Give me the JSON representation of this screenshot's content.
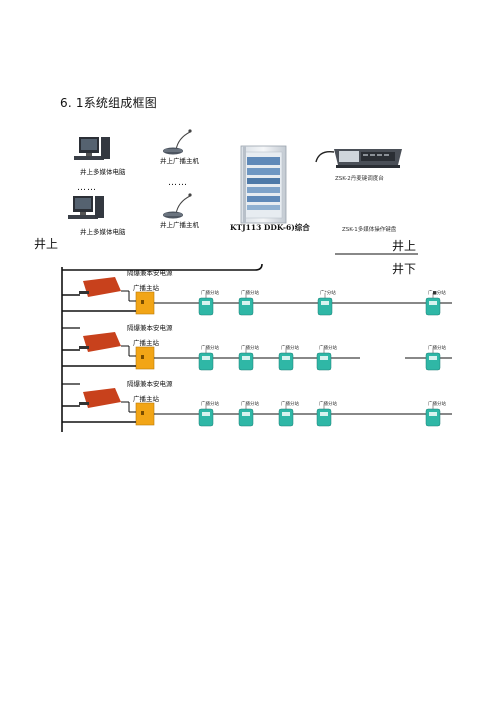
{
  "heading": "6. 1系统组成框图",
  "surface": {
    "pc_top_label": "井上多媒体电脑",
    "pc_bottom_label": "井上多媒体电脑",
    "pc_ellipsis": "……",
    "host_top_label": "井上广播主机",
    "host_bottom_label": "井上广播主机",
    "host_ellipsis": "……",
    "cabinet_label": "KTJ113 DDK-6)综合",
    "console_label": "ZSK-2丹麦键调度台",
    "keyboard_label": "ZSK-1多媒体操作键盘",
    "side_surface": "井上",
    "side_underground": "井下",
    "left_surface": "井上"
  },
  "underground": {
    "rows": [
      {
        "power_label": "隔爆兼本安电源",
        "master_label": "广播主站",
        "slaves": [
          "广播分站",
          "广播分站",
          "广*分站",
          "广■分站"
        ]
      },
      {
        "power_label": "隔爆兼本安电源",
        "master_label": "广播主站",
        "slaves": [
          "广播分站",
          "广播分站",
          "广播分站",
          "广播分站",
          "广播分站"
        ]
      },
      {
        "power_label": "隔爆兼本安电源",
        "master_label": "广播主站",
        "slaves": [
          "广播分站",
          "广播分站",
          "广播分站",
          "广播分站",
          "广播分站"
        ]
      }
    ]
  },
  "colors": {
    "power_supply": "#c8411c",
    "master_station": "#f2a516",
    "slave_station": "#2fb7a6",
    "line": "#111111"
  }
}
